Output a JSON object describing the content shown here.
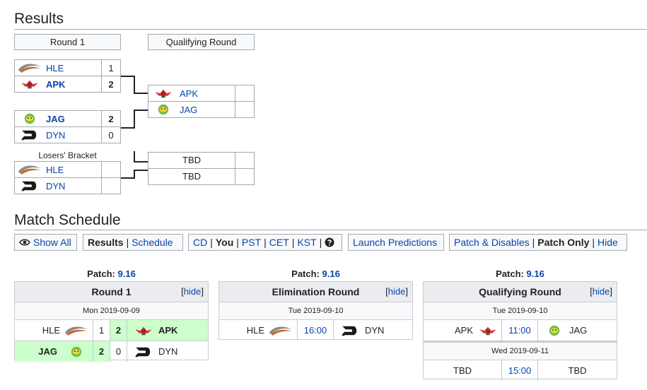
{
  "results": {
    "title": "Results",
    "round1_label": "Round 1",
    "qual_label": "Qualifying Round",
    "losers_label": "Losers' Bracket",
    "r1_m1": [
      {
        "team": "HLE",
        "score": "1",
        "win": false
      },
      {
        "team": "APK",
        "score": "2",
        "win": true
      }
    ],
    "r1_m2": [
      {
        "team": "JAG",
        "score": "2",
        "win": true
      },
      {
        "team": "DYN",
        "score": "0",
        "win": false
      }
    ],
    "losers": [
      {
        "team": "HLE",
        "score": ""
      },
      {
        "team": "DYN",
        "score": ""
      }
    ],
    "qual_m1": [
      {
        "team": "APK",
        "score": ""
      },
      {
        "team": "JAG",
        "score": ""
      }
    ],
    "qual_m2": [
      {
        "team": "TBD"
      },
      {
        "team": "TBD"
      }
    ]
  },
  "schedule": {
    "title": "Match Schedule",
    "show_all": "Show All",
    "results_label": "Results",
    "schedule_link": "Schedule",
    "tz_cd": "CD",
    "tz_you": "You",
    "tz_pst": "PST",
    "tz_cet": "CET",
    "tz_kst": "KST",
    "launch_predictions": "Launch Predictions",
    "patch_disables": "Patch & Disables",
    "patch_only": "Patch Only",
    "hide_link": "Hide",
    "sep": "|"
  },
  "cards": {
    "patch_label": "Patch:",
    "patch_value": "9.16",
    "hide_text": "hide",
    "round1": {
      "title": "Round 1",
      "date": "Mon 2019-09-09",
      "m1": {
        "t1": "HLE",
        "s1": "1",
        "s2": "2",
        "t2": "APK"
      },
      "m2": {
        "t1": "JAG",
        "s1": "2",
        "s2": "0",
        "t2": "DYN"
      }
    },
    "elim": {
      "title": "Elimination Round",
      "date": "Tue 2019-09-10",
      "m1": {
        "t1": "HLE",
        "time": "16:00",
        "t2": "DYN"
      }
    },
    "qual": {
      "title": "Qualifying Round",
      "date1": "Tue 2019-09-10",
      "m1": {
        "t1": "APK",
        "time": "11:00",
        "t2": "JAG"
      },
      "date2": "Wed 2019-09-11",
      "m2": {
        "t1": "TBD",
        "time": "15:00",
        "t2": "TBD"
      }
    }
  },
  "colors": {
    "link": "#0645ad",
    "win_bg": "#ccffcc",
    "header_bg": "#eaecf0"
  },
  "icons": {
    "hle": "hle-wing-logo",
    "apk": "apk-prince-logo",
    "jag": "jag-jaguar-logo",
    "dyn": "dyn-d-logo",
    "eye": "eye-icon",
    "help": "help-icon"
  }
}
